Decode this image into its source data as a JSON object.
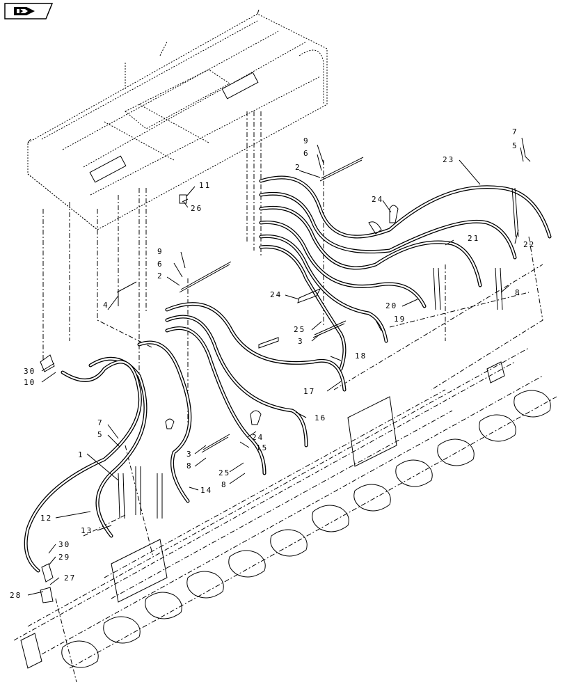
{
  "nav_icon": "previous-page-arrow-icon",
  "callouts": [
    {
      "id": "c-7a",
      "text": "7"
    },
    {
      "id": "c-5a",
      "text": "5"
    },
    {
      "id": "c-23",
      "text": "23"
    },
    {
      "id": "c-9a",
      "text": "9"
    },
    {
      "id": "c-6a",
      "text": "6"
    },
    {
      "id": "c-2a",
      "text": "2"
    },
    {
      "id": "c-11",
      "text": "11"
    },
    {
      "id": "c-26",
      "text": "26"
    },
    {
      "id": "c-24a",
      "text": "24"
    },
    {
      "id": "c-22",
      "text": "22"
    },
    {
      "id": "c-21",
      "text": "21"
    },
    {
      "id": "c-9b",
      "text": "9"
    },
    {
      "id": "c-6b",
      "text": "6"
    },
    {
      "id": "c-2b",
      "text": "2"
    },
    {
      "id": "c-4",
      "text": "4"
    },
    {
      "id": "c-24b",
      "text": "24"
    },
    {
      "id": "c-8a",
      "text": "8"
    },
    {
      "id": "c-20",
      "text": "20"
    },
    {
      "id": "c-19",
      "text": "19"
    },
    {
      "id": "c-25a",
      "text": "25"
    },
    {
      "id": "c-3a",
      "text": "3"
    },
    {
      "id": "c-30a",
      "text": "30"
    },
    {
      "id": "c-10",
      "text": "10"
    },
    {
      "id": "c-18",
      "text": "18"
    },
    {
      "id": "c-17",
      "text": "17"
    },
    {
      "id": "c-16",
      "text": "16"
    },
    {
      "id": "c-7b",
      "text": "7"
    },
    {
      "id": "c-5b",
      "text": "5"
    },
    {
      "id": "c-24c",
      "text": "24"
    },
    {
      "id": "c-15",
      "text": "15"
    },
    {
      "id": "c-3b",
      "text": "3"
    },
    {
      "id": "c-8b",
      "text": "8"
    },
    {
      "id": "c-1",
      "text": "1"
    },
    {
      "id": "c-25b",
      "text": "25"
    },
    {
      "id": "c-8c",
      "text": "8"
    },
    {
      "id": "c-14",
      "text": "14"
    },
    {
      "id": "c-12",
      "text": "12"
    },
    {
      "id": "c-13",
      "text": "13"
    },
    {
      "id": "c-30b",
      "text": "30"
    },
    {
      "id": "c-29",
      "text": "29"
    },
    {
      "id": "c-27",
      "text": "27"
    },
    {
      "id": "c-28",
      "text": "28"
    }
  ]
}
